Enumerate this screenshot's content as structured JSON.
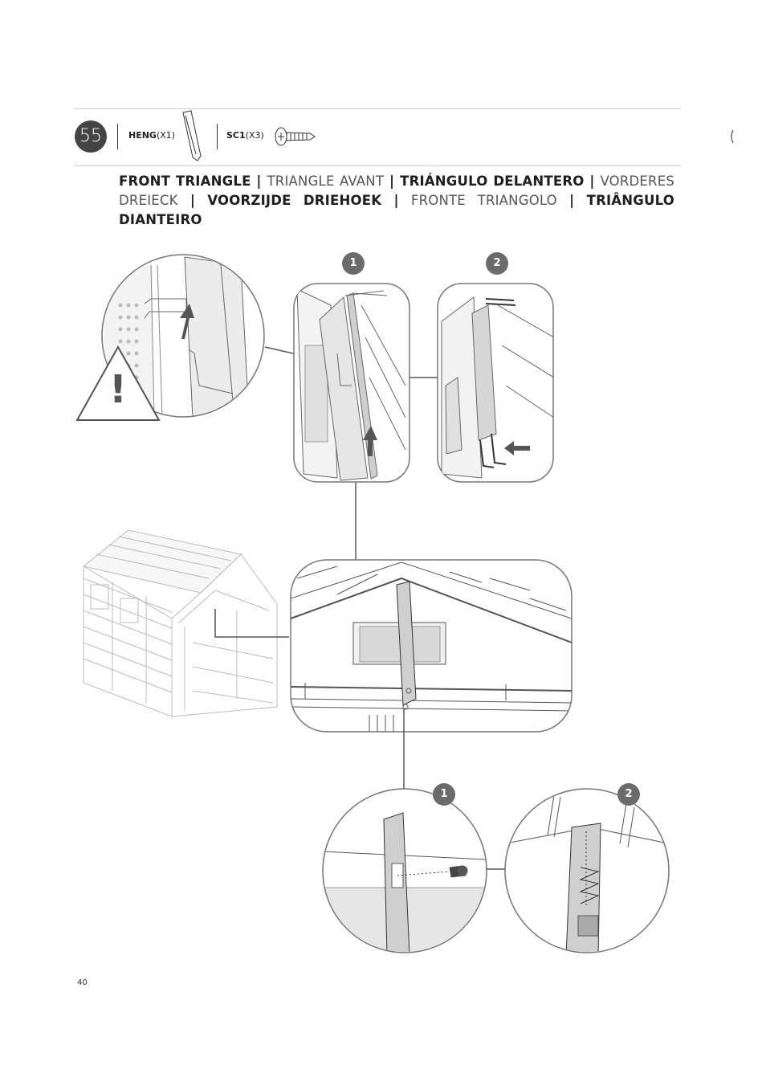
{
  "step": {
    "number": "55"
  },
  "parts": [
    {
      "code": "HENG",
      "qty": "(X1)"
    },
    {
      "code": "SC1",
      "qty": "(X3)"
    }
  ],
  "title": {
    "segments": [
      {
        "text": "FRONT TRIANGLE",
        "style": "bold"
      },
      {
        "text": " | ",
        "style": "bold"
      },
      {
        "text": "TRIANGLE AVANT",
        "style": "light"
      },
      {
        "text": " | ",
        "style": "bold"
      },
      {
        "text": "TRIÁNGULO DELANTERO",
        "style": "bold"
      },
      {
        "text": "  | ",
        "style": "bold"
      },
      {
        "text": "VORDERES DREIECK",
        "style": "light"
      },
      {
        "text": " | ",
        "style": "bold"
      },
      {
        "text": "VOORZIJDE DRIEHOEK",
        "style": "bold"
      },
      {
        "text": " | ",
        "style": "bold"
      },
      {
        "text": "FRONTE TRIANGOLO",
        "style": "light"
      },
      {
        "text": "  | ",
        "style": "bold"
      },
      {
        "text": "TRIÂNGULO DIANTEIRO",
        "style": "bold"
      }
    ]
  },
  "substeps": {
    "top_1": "1",
    "top_2": "2",
    "bottom_1": "1",
    "bottom_2": "2"
  },
  "warning": {
    "symbol": "!"
  },
  "colors": {
    "badge": "#444444",
    "substep_badge": "#6b6b6b",
    "line": "#555555",
    "accent": "#555555"
  },
  "page_number": "40"
}
